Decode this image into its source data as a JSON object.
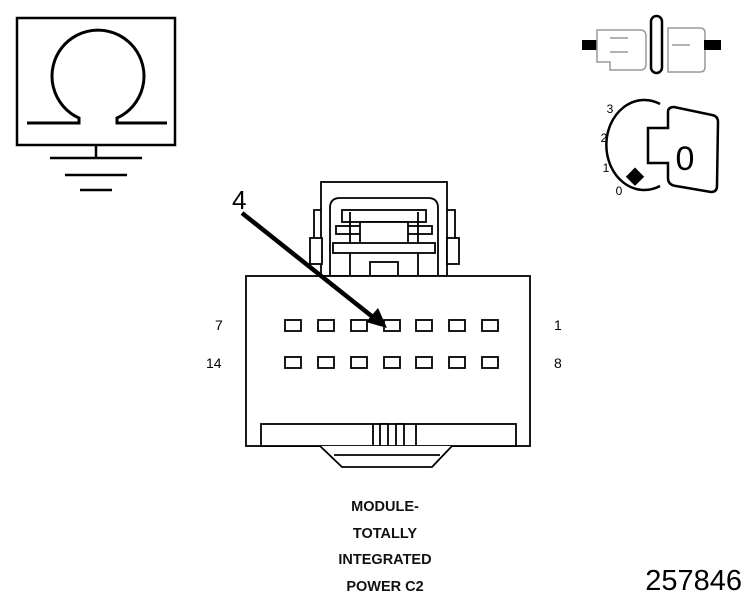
{
  "connector": {
    "callout_pin": "4",
    "row1_labels": {
      "left": "7",
      "right": "1"
    },
    "row2_labels": {
      "left": "14",
      "right": "8"
    },
    "caption_lines": [
      "MODULE-",
      "TOTALLY",
      "INTEGRATED",
      "POWER C2"
    ]
  },
  "ignition_key": {
    "positions": [
      "3",
      "2",
      "1",
      "0"
    ],
    "current_position": "0"
  },
  "icons": {
    "resistance_meter": "ohm-meter-icon",
    "ground": "ground-icon",
    "connector_disconnect": "disconnected-connector-icon",
    "ignition_key": "ignition-key-icon"
  },
  "figure_id": "257846"
}
